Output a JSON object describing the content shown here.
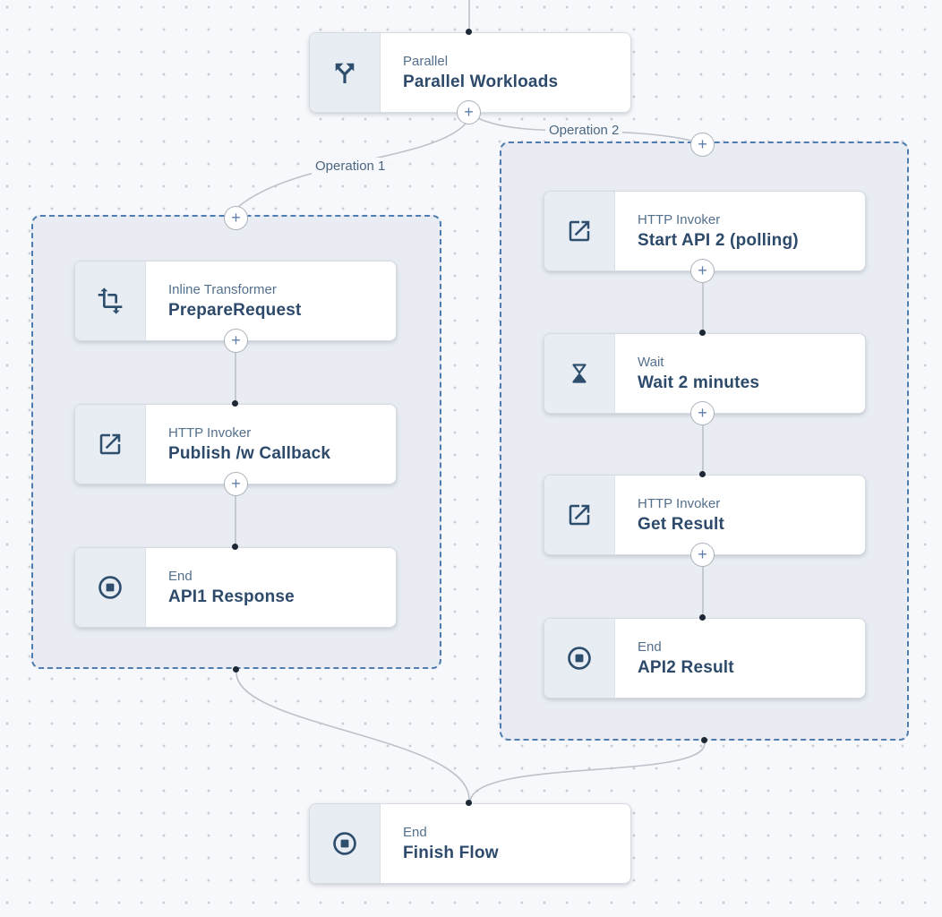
{
  "flow": {
    "root_node": {
      "type": "Parallel",
      "name": "Parallel Workloads",
      "icon": "split-branch-icon"
    },
    "branch1": {
      "label": "Operation 1",
      "nodes": [
        {
          "type": "Inline Transformer",
          "name": "PrepareRequest",
          "icon": "transform-icon"
        },
        {
          "type": "HTTP Invoker",
          "name": "Publish /w Callback",
          "icon": "external-link-icon"
        },
        {
          "type": "End",
          "name": "API1 Response",
          "icon": "end-stop-icon"
        }
      ]
    },
    "branch2": {
      "label": "Operation 2",
      "nodes": [
        {
          "type": "HTTP Invoker",
          "name": "Start API 2 (polling)",
          "icon": "external-link-icon"
        },
        {
          "type": "Wait",
          "name": "Wait 2 minutes",
          "icon": "hourglass-icon"
        },
        {
          "type": "HTTP Invoker",
          "name": "Get Result",
          "icon": "external-link-icon"
        },
        {
          "type": "End",
          "name": "API2 Result",
          "icon": "end-stop-icon"
        }
      ]
    },
    "final_node": {
      "type": "End",
      "name": "Finish Flow",
      "icon": "end-stop-icon"
    },
    "add_step_label": "+"
  },
  "colors": {
    "background": "#f7f8fb",
    "grid_dot": "#c9cdd5",
    "node_background": "#ffffff",
    "node_border": "#d6dae1",
    "icon_box_background": "#e8edf3",
    "icon_color": "#2e4e6e",
    "type_text": "#54708c",
    "name_text": "#2d4a6b",
    "branch_border": "#4e7cb1",
    "branch_fill": "#e9edf3",
    "connector_line": "#bcc2ca",
    "connection_dot": "#1d2836",
    "plus_color": "#5d7fa8"
  }
}
